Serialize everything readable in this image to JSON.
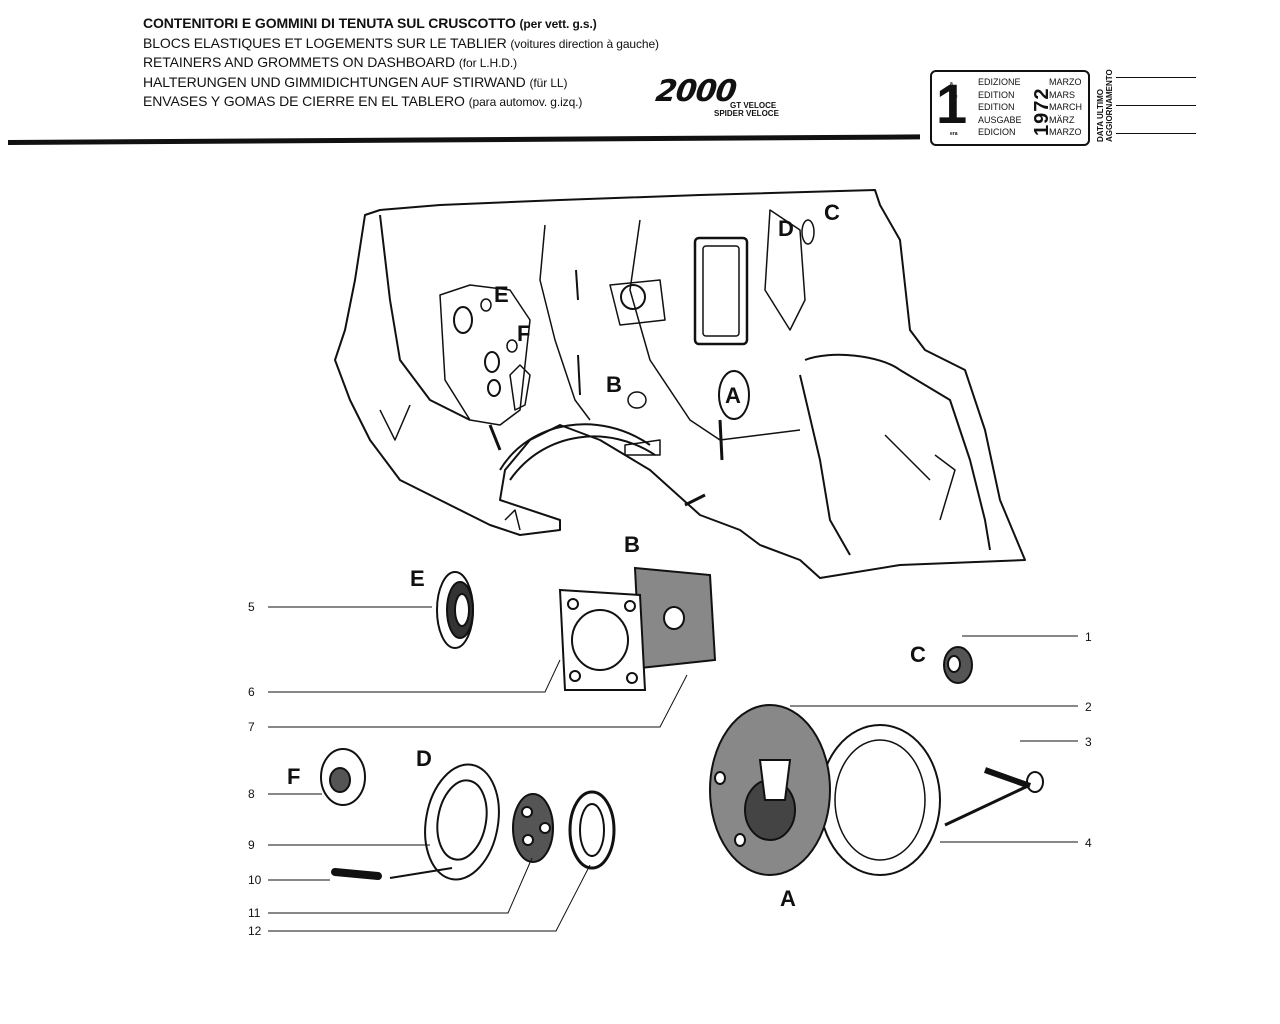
{
  "header": {
    "titles": [
      {
        "main": "CONTENITORI E GOMMINI DI TENUTA SUL CRUSCOTTO",
        "note": "(per vett. g.s.)"
      },
      {
        "main": "BLOCS ELASTIQUES ET LOGEMENTS SUR LE TABLIER",
        "note": "(voitures direction à gauche)"
      },
      {
        "main": "RETAINERS AND GROMMETS ON DASHBOARD",
        "note": "(for L.H.D.)"
      },
      {
        "main": "HALTERUNGEN UND GIMMIDICHTUNGEN AUF STIRWAND",
        "note": "(für LL)"
      },
      {
        "main": "ENVASES Y GOMAS DE CIERRE EN EL TABLERO",
        "note": "(para automov. g.izq.)"
      }
    ],
    "model": {
      "logo": "2000",
      "line1": "GT VELOCE",
      "line2": "SPIDER VELOCE"
    }
  },
  "edition_box": {
    "number": "1",
    "ordinals": [
      "a",
      "ere",
      "st",
      ".",
      "era"
    ],
    "words": [
      "EDIZIONE",
      "EDITION",
      "EDITION",
      "AUSGABE",
      "EDICION"
    ],
    "months": [
      "MARZO",
      "MARS",
      "MARCH",
      "MÄRZ",
      "MARZO"
    ],
    "year": "1972"
  },
  "last_update_label": [
    "DATA ULTIMO",
    "AGGIORNAMENTO"
  ],
  "location_labels": {
    "A": "A",
    "B": "B",
    "C": "C",
    "D": "D",
    "E": "E",
    "F": "F"
  },
  "part_numbers": [
    "1",
    "2",
    "3",
    "4",
    "5",
    "6",
    "7",
    "8",
    "9",
    "10",
    "11",
    "12"
  ]
}
